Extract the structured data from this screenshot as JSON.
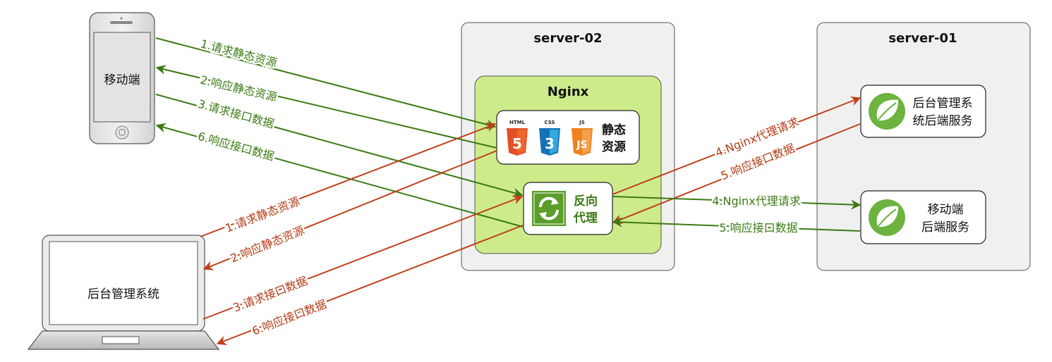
{
  "server02": {
    "title": "server-02"
  },
  "server01": {
    "title": "server-01"
  },
  "nginx": {
    "title": "Nginx"
  },
  "static_box": {
    "label_line1": "静态",
    "label_line2": "资源",
    "icons": [
      {
        "name": "html5-icon",
        "caption": "HTML",
        "digit": "5",
        "color": "#e34f26"
      },
      {
        "name": "css3-icon",
        "caption": "CSS",
        "digit": "3",
        "color": "#1572b6"
      },
      {
        "name": "js-icon",
        "caption": "JS",
        "digit": "JS",
        "color": "#f0821e"
      }
    ]
  },
  "proxy_box": {
    "label_line1": "反向",
    "label_line2": "代理",
    "icon": "refresh-icon"
  },
  "backend_admin": {
    "line1": "后台管理系",
    "line2": "统后端服务",
    "icon": "spring-leaf-icon"
  },
  "backend_mobile": {
    "line1": "移动端",
    "line2": "后端服务",
    "icon": "spring-leaf-icon"
  },
  "mobile_device": {
    "label": "移动端"
  },
  "laptop_device": {
    "label": "后台管理系统"
  },
  "mobile_labels": {
    "req_static": "1.请求静态资源",
    "resp_static": "2.响应静态资源",
    "req_api": "3.请求接口数据",
    "resp_api": "6.响应接口数据"
  },
  "laptop_labels": {
    "req_static": "1.请求静态资源",
    "resp_static": "2.响应静态资源",
    "req_api": "3.请求接口数据",
    "resp_api": "6.响应接口数据"
  },
  "proxy_admin_labels": {
    "req": "4.Nginx代理请求",
    "resp": "5.响应接口数据"
  },
  "proxy_mobile_labels": {
    "req": "4.Nginx代理请求",
    "resp": "5.响应接口数据"
  },
  "colors": {
    "green": "#3b7a12",
    "red": "#c0401a",
    "server_bg": "#f0f0f0",
    "nginx_bg": "#cdeb8b",
    "proxy_icon_bg": "#5b9e2a",
    "spring_green": "#6db33f"
  }
}
